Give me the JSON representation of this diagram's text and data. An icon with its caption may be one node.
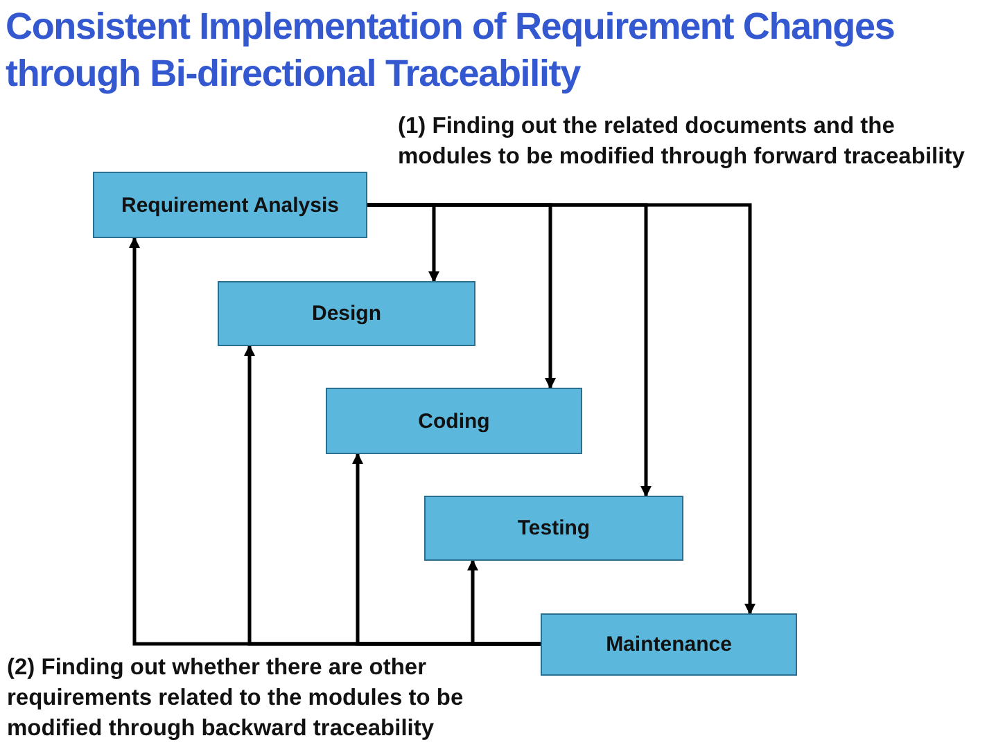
{
  "diagram": {
    "title": "Consistent Implementation of Requirement Changes through Bi-directional Traceability",
    "nodes": [
      {
        "text": [
          "Requirement Analysis"
        ]
      },
      {
        "text": [
          "Design"
        ]
      },
      {
        "text": [
          "Coding"
        ]
      },
      {
        "text": [
          "Testing"
        ]
      },
      {
        "text": [
          "Maintenance"
        ]
      }
    ],
    "edges": [
      {
        "from": 0,
        "to": 1,
        "arrow": "to"
      },
      {
        "from": 0,
        "to": 2,
        "arrow": "to"
      },
      {
        "from": 0,
        "to": 3,
        "arrow": "to"
      },
      {
        "from": 0,
        "to": 4,
        "arrow": "to"
      },
      {
        "from": 4,
        "to": 0,
        "arrow": "to"
      },
      {
        "from": 4,
        "to": 1,
        "arrow": "to"
      },
      {
        "from": 4,
        "to": 2,
        "arrow": "to"
      },
      {
        "from": 4,
        "to": 3,
        "arrow": "to"
      }
    ],
    "labels": [
      "(1) Finding out the related documents and the modules to be modified through forward traceability",
      "(2) Finding out whether there are other requirements related to the modules to be modified through backward traceability"
    ]
  }
}
